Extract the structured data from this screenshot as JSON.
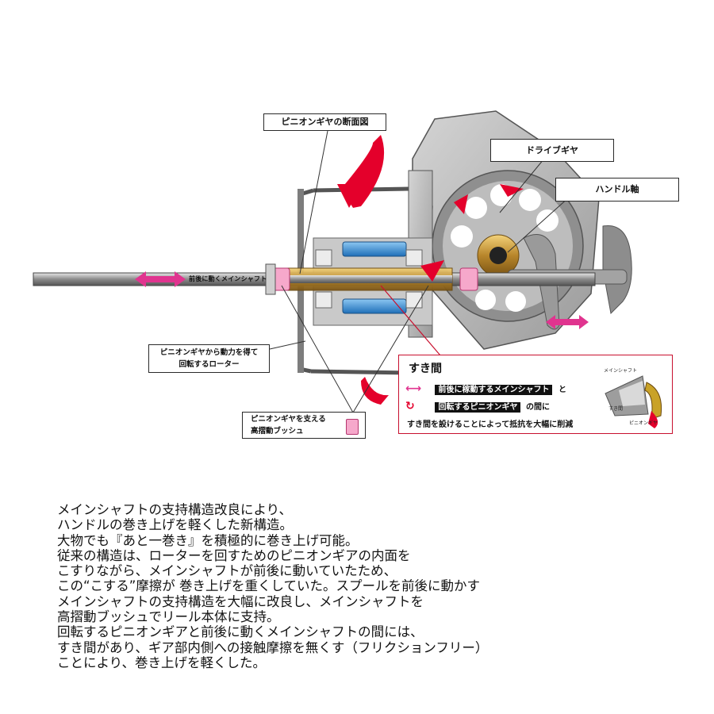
{
  "labels": {
    "pinion_section": "ピニオンギヤの断面図",
    "drive_gear": "ドライブギヤ",
    "handle_shaft": "ハンドル軸",
    "main_shaft_motion": "前後に動くメインシャフト",
    "rotor": [
      "ピニオンギヤから動力を得て",
      "回転するローター"
    ],
    "bushing": [
      "ピニオンギヤを支える",
      "高摺動ブッシュ"
    ]
  },
  "gap_panel": {
    "title": "すき間",
    "line1_highlight": "前後に稼動するメインシャフト",
    "line1_suffix": "と",
    "line2_highlight": "回転するピニオンギヤ",
    "line2_suffix": "の間に",
    "line3": "すき間を設けることによって抵抗を大幅に削減",
    "mini_labels": [
      "メインシャフト",
      "すき間",
      "ピニオンギヤ"
    ]
  },
  "description": [
    "メインシャフトの支持構造改良により、",
    "ハンドルの巻き上げを軽くした新構造。",
    "大物でも『あと一巻き』を積極的に巻き上げ可能。",
    "従来の構造は、ローターを回すためのピニオンギアの内面を",
    "こすりながら、メインシャフトが前後に動いていたため、",
    "この“こする”摩擦が 巻き上げを重くしていた。スプールを前後に動かす",
    "メインシャフトの支持構造を大幅に改良し、メインシャフトを",
    "高摺動ブッシュでリール本体に支持。",
    "回転するピニオンギアと前後に動くメインシャフトの間には、",
    "すき間があり、ギア部内側への接触摩擦を無くす（フリクションフリー）",
    "ことにより、巻き上げを軽くした。"
  ],
  "colors": {
    "accent_red": "#e4002b",
    "pink_arrow": "#e0348f",
    "gear_gold": "#c9a227",
    "body_gray": "#b8b8b8",
    "bearing_blue": "#2f8fd8",
    "panel_border": "#c8102e"
  }
}
